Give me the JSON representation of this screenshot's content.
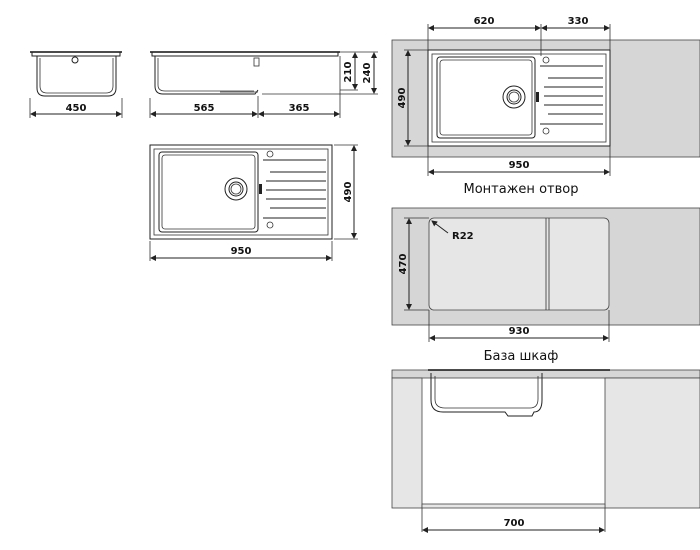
{
  "labels": {
    "montage_hole": "Монтажен отвор",
    "cabinet_base": "База шкаф"
  },
  "dimensions": {
    "side_width": "450",
    "front_bowl": "565",
    "front_drain": "365",
    "depth_bowl": "210",
    "depth_total": "240",
    "top_width": "950",
    "top_height": "490",
    "install_bowl": "620",
    "install_drain": "330",
    "install_height": "490",
    "install_width": "950",
    "cutout_radius": "R22",
    "cutout_height": "470",
    "cutout_width": "930",
    "cabinet_width": "700"
  }
}
